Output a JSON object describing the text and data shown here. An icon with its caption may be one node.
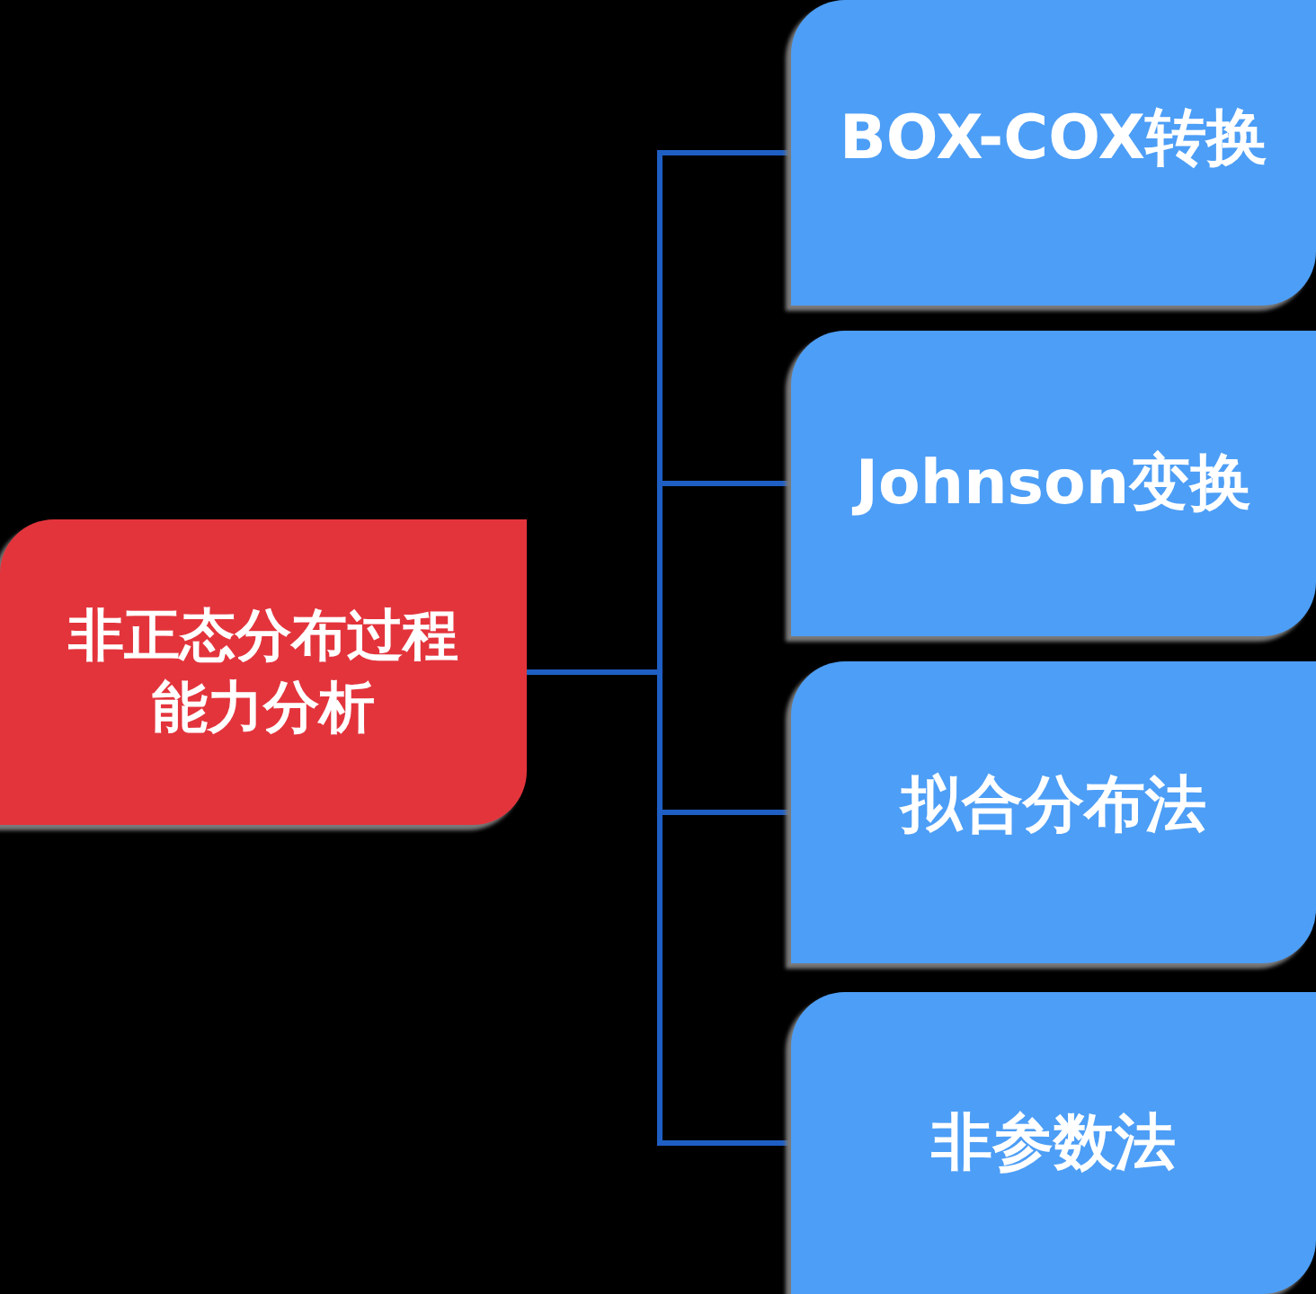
{
  "diagram": {
    "nodes": [
      {
        "text": [
          "非正态分布过程能力分析"
        ]
      },
      {
        "text": [
          "BOX-COX转换"
        ]
      },
      {
        "text": [
          "Johnson变换"
        ]
      },
      {
        "text": [
          "拟合分布法"
        ]
      },
      {
        "text": [
          "非参数法"
        ]
      }
    ],
    "edges": [
      {
        "from": 0,
        "to": 1,
        "arrow": "none"
      },
      {
        "from": 0,
        "to": 2,
        "arrow": "none"
      },
      {
        "from": 0,
        "to": 3,
        "arrow": "none"
      },
      {
        "from": 0,
        "to": 4,
        "arrow": "none"
      }
    ]
  }
}
